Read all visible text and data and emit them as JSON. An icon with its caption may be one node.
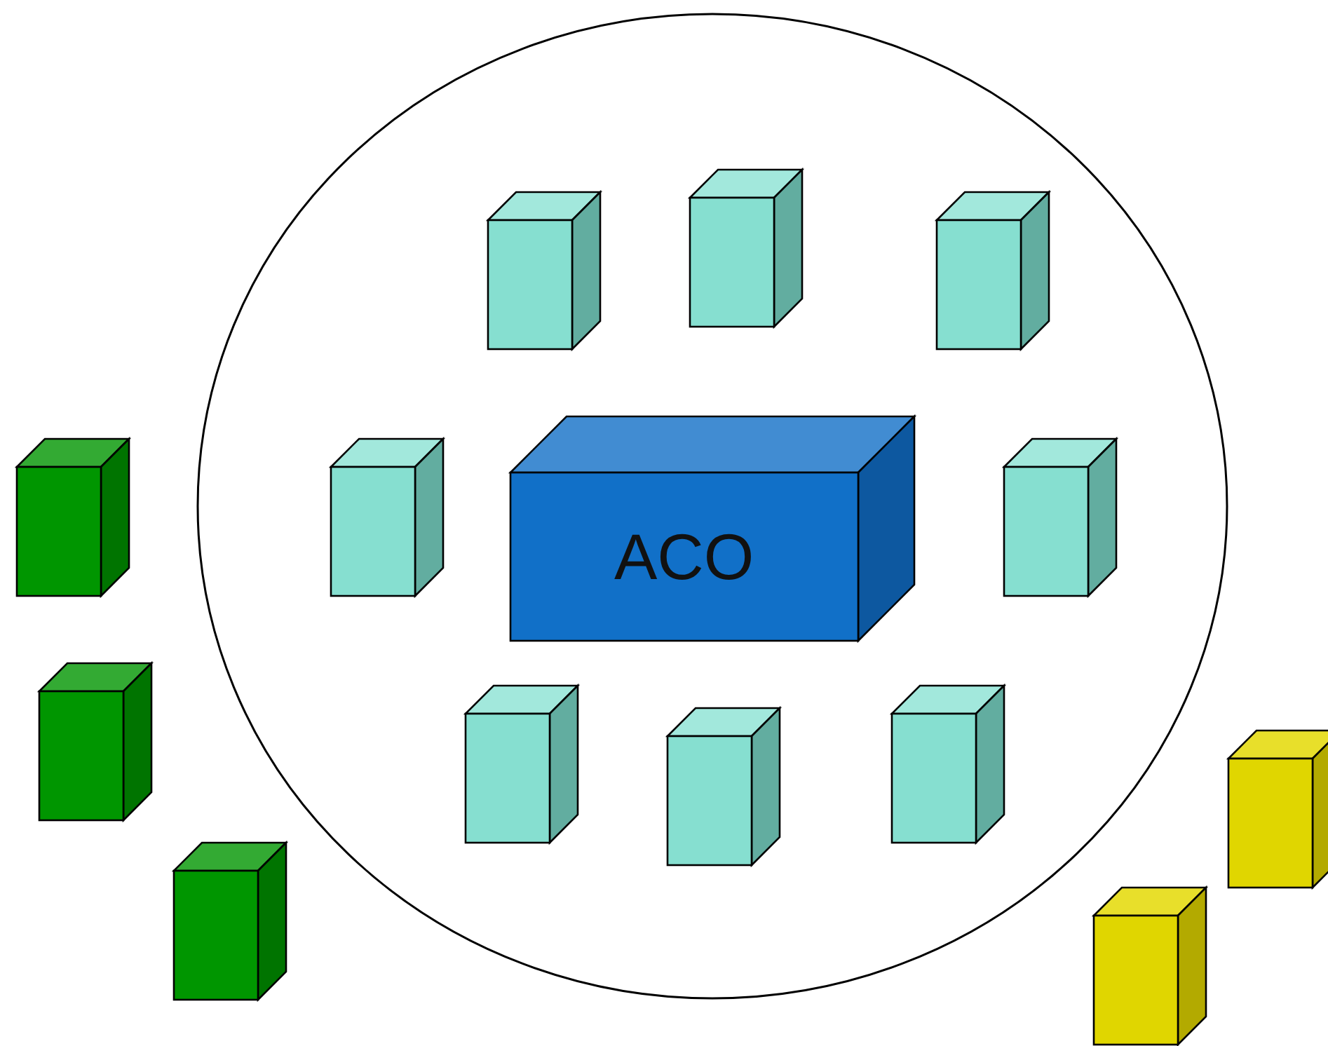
{
  "diagram": {
    "nodes": [
      {
        "text": [],
        "shape": "circle"
      },
      {
        "text": [],
        "shape": "box",
        "in": 0
      },
      {
        "text": [],
        "shape": "box",
        "in": 0
      },
      {
        "text": [],
        "shape": "box",
        "in": 0
      },
      {
        "text": [],
        "shape": "box",
        "in": 0
      },
      {
        "text": [
          "ACO"
        ],
        "in": 0
      },
      {
        "text": [],
        "shape": "box",
        "in": 0
      },
      {
        "text": [],
        "shape": "box",
        "in": 0
      },
      {
        "text": [],
        "shape": "box",
        "in": 0
      },
      {
        "text": [],
        "shape": "box",
        "in": 0
      },
      {
        "text": [],
        "shape": "box"
      },
      {
        "text": [],
        "shape": "box"
      },
      {
        "text": [],
        "shape": "box"
      },
      {
        "text": [],
        "shape": "box"
      },
      {
        "text": [],
        "shape": "box"
      }
    ]
  }
}
